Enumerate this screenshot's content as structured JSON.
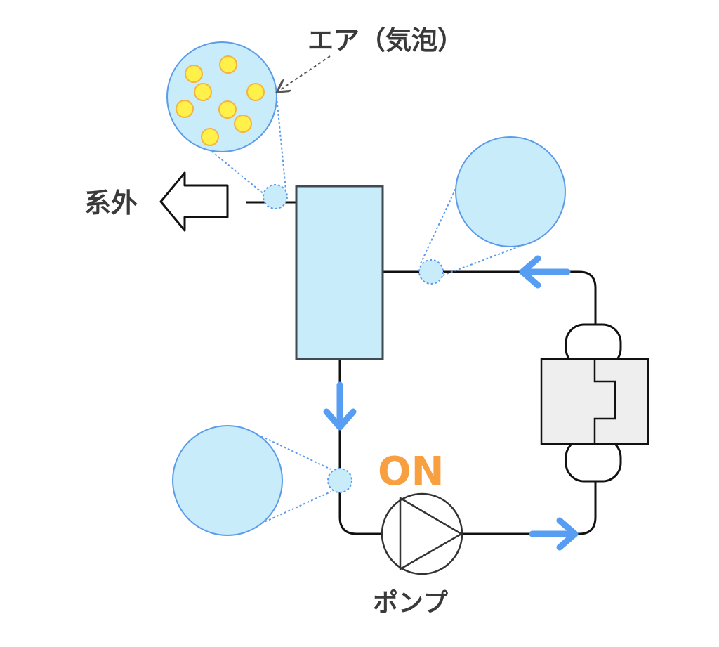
{
  "labels": {
    "air_bubbles": "エア（気泡）",
    "out_of_system": "系外",
    "pump_state": "ON",
    "pump": "ポンプ"
  },
  "colors": {
    "water_fill": "#c8ecfa",
    "callout_stroke": "#5b9bea",
    "bubble_fill": "#fff04a",
    "bubble_stroke": "#f5b342",
    "flow_arrow": "#579ef2",
    "pipe": "#111111",
    "tank_stroke": "#3f4a52",
    "pump_on": "#f8a040",
    "label_text": "#3a3a3a",
    "filter_fill": "#eeeeee"
  },
  "icons": {
    "flow_direction": "blue-flow-arrow-icon",
    "discharge": "outline-left-arrow-icon",
    "pump": "pump-triangle-icon",
    "device": "separator-device-icon"
  }
}
